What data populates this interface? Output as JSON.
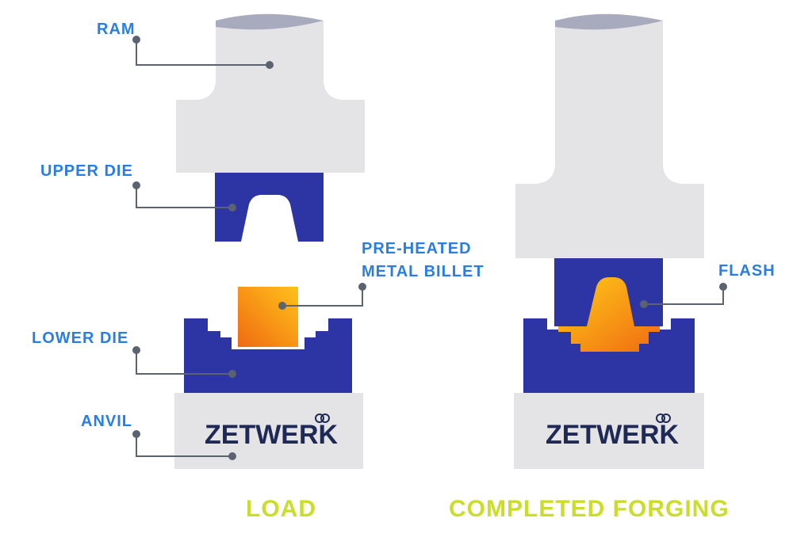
{
  "labels": {
    "ram": "RAM",
    "upper_die": "UPPER DIE",
    "billet_line1": "PRE-HEATED",
    "billet_line2": "METAL BILLET",
    "lower_die": "LOWER DIE",
    "anvil": "ANVIL",
    "flash": "FLASH"
  },
  "logo_text": "ZETWERK",
  "captions": {
    "load": "LOAD",
    "completed": "COMPLETED FORGING"
  },
  "colors": {
    "label": "#2a7de1",
    "caption": "#c9dd2a",
    "die": "#2c35a3",
    "ram": "#e4e4e6",
    "ram_top": "#a8abbd",
    "anvil": "#e4e4e6",
    "logo": "#1e2a55",
    "leader": "#5b6270",
    "billet_light": "#ffc21a",
    "billet_dark": "#f06a12"
  }
}
